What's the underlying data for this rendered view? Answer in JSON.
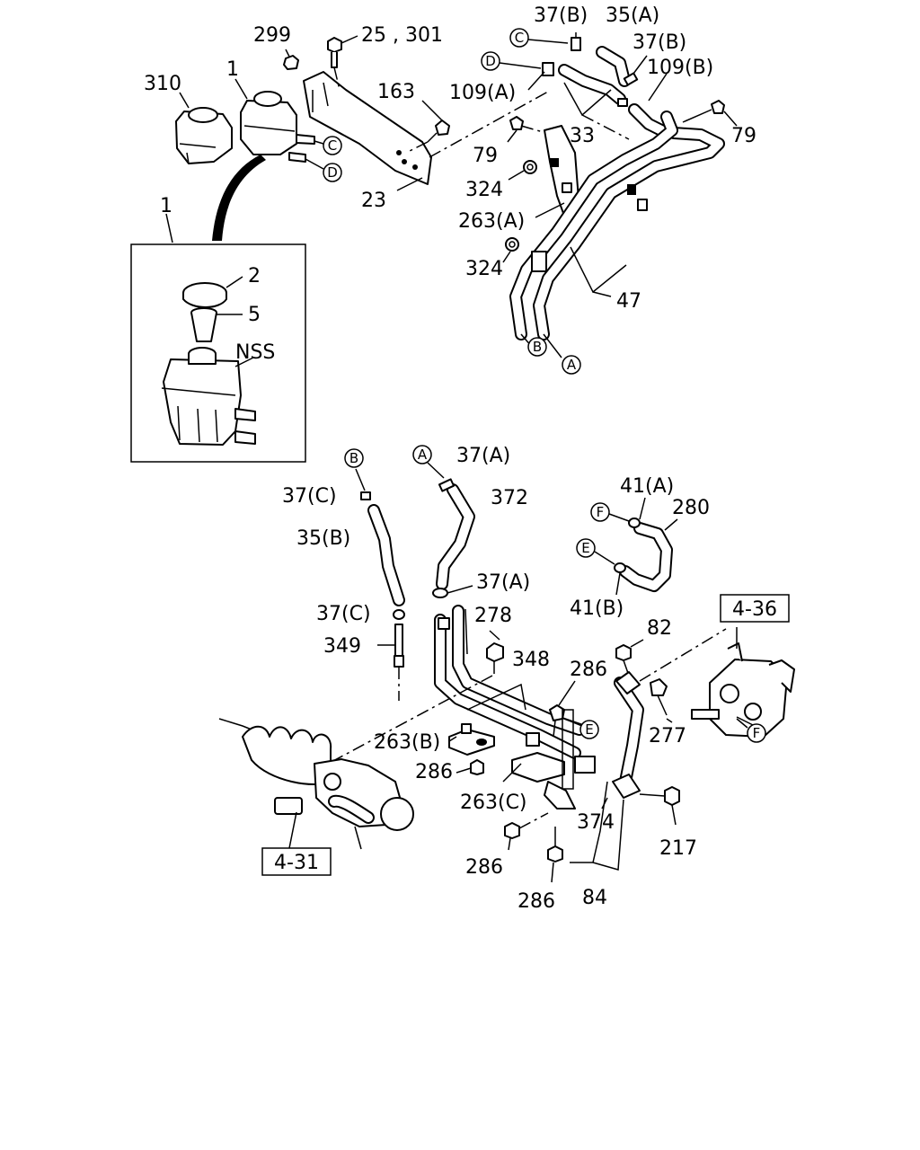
{
  "labels": {
    "l299": "299",
    "l25_301": "25 , 301",
    "l310": "310",
    "l1_top": "1",
    "l163": "163",
    "l23": "23",
    "l1_box": "1",
    "l2": "2",
    "l5": "5",
    "lNSS": "NSS",
    "l37B_a": "37(B)",
    "l35A": "35(A)",
    "l37B_b": "37(B)",
    "l109B": "109(B)",
    "l109A": "109(A)",
    "l79_a": "79",
    "l33": "33",
    "l79_b": "79",
    "l324_a": "324",
    "l263A": "263(A)",
    "l324_b": "324",
    "l47": "47",
    "l37A_a": "37(A)",
    "l372": "372",
    "l37C_a": "37(C)",
    "l35B": "35(B)",
    "l37A_b": "37(A)",
    "l37C_b": "37(C)",
    "l278": "278",
    "l349": "349",
    "l348": "348",
    "l286_a": "286",
    "l263B": "263(B)",
    "l286_b": "286",
    "l263C": "263(C)",
    "l286_c": "286",
    "l286_d": "286",
    "l84": "84",
    "l374": "374",
    "l217": "217",
    "l277": "277",
    "l82": "82",
    "l41A": "41(A)",
    "l280": "280",
    "l41B": "41(B)",
    "ref_4_36": "4-36",
    "ref_4_31": "4-31"
  },
  "connectors": {
    "c1": "C",
    "d1": "D",
    "c2": "C",
    "d2": "D",
    "b1": "B",
    "a1": "A",
    "b2": "B",
    "a2": "A",
    "f1": "F",
    "e1": "E",
    "e2": "E",
    "f2": "F"
  }
}
